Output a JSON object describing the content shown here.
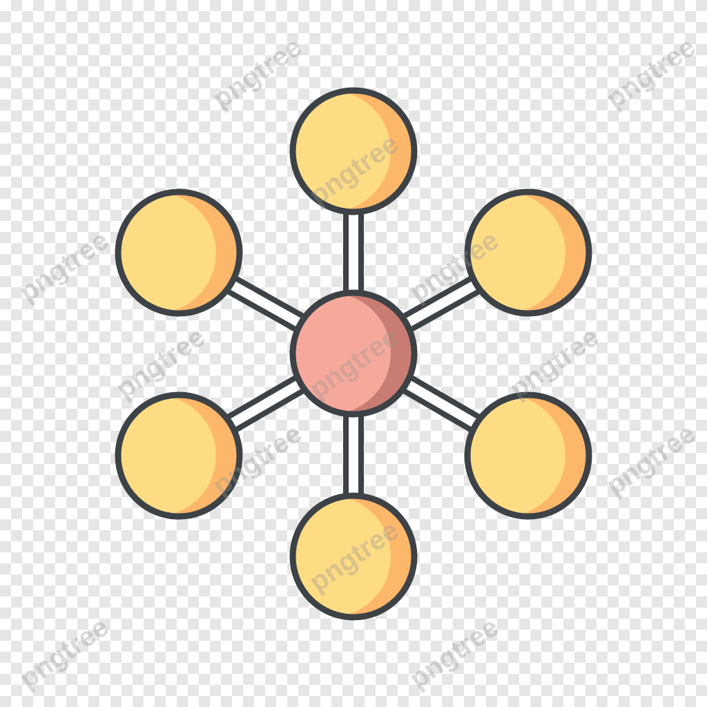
{
  "colors": {
    "background_light": "#ffffff",
    "background_checker": "#e6e6e6",
    "outline": "#3d4247",
    "bond_fill": "#ffffff",
    "outer_node_fill": "#fddc84",
    "outer_node_shade": "#fdb76b",
    "center_node_fill": "#f6a99a",
    "center_node_shade": "#c97d72"
  },
  "icon": {
    "name": "network-hub-icon",
    "outer_node_count": 6,
    "center_node_count": 1
  },
  "watermark": {
    "text": "pngtree"
  }
}
